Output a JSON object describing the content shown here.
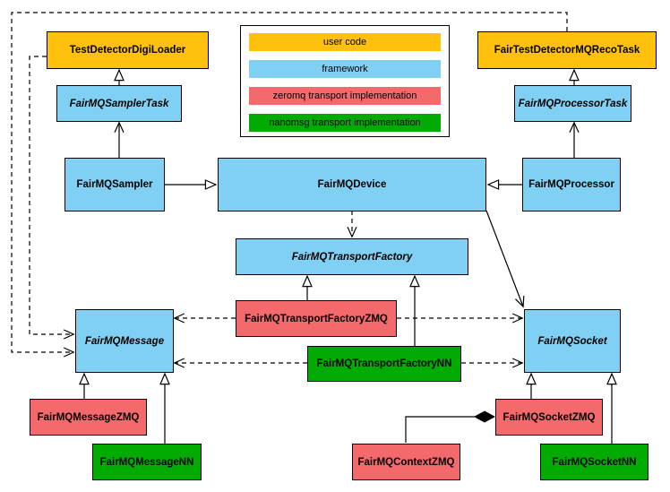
{
  "diagram": {
    "kind": "uml-class-diagram",
    "subject": "FairMQ framework classes and transport implementations",
    "legend": {
      "items": [
        {
          "id": "user_code",
          "label": "user code",
          "color": "#FFC10E"
        },
        {
          "id": "framework",
          "label": "framework",
          "color": "#7FD0F2"
        },
        {
          "id": "zeromq",
          "label": "zeromq transport implementation",
          "color": "#F4696C"
        },
        {
          "id": "nanomsg",
          "label": "nanomsg transport implementation",
          "color": "#02AB02"
        }
      ]
    },
    "nodes": {
      "test_detector_digi_loader": {
        "label": "TestDetectorDigiLoader",
        "category": "user_code",
        "abstract": false
      },
      "fair_test_detector_mq_reco_task": {
        "label": "FairTestDetectorMQRecoTask",
        "category": "user_code",
        "abstract": false
      },
      "fairmq_sampler_task": {
        "label": "FairMQSamplerTask",
        "category": "framework",
        "abstract": true
      },
      "fairmq_processor_task": {
        "label": "FairMQProcessorTask",
        "category": "framework",
        "abstract": true
      },
      "fairmq_sampler": {
        "label": "FairMQSampler",
        "category": "framework",
        "abstract": false
      },
      "fairmq_device": {
        "label": "FairMQDevice",
        "category": "framework",
        "abstract": false
      },
      "fairmq_processor": {
        "label": "FairMQProcessor",
        "category": "framework",
        "abstract": false
      },
      "fairmq_transport_factory": {
        "label": "FairMQTransportFactory",
        "category": "framework",
        "abstract": true
      },
      "fairmq_transport_factory_zmq": {
        "label": "FairMQTransportFactoryZMQ",
        "category": "zeromq",
        "abstract": false
      },
      "fairmq_transport_factory_nn": {
        "label": "FairMQTransportFactoryNN",
        "category": "nanomsg",
        "abstract": false
      },
      "fairmq_message": {
        "label": "FairMQMessage",
        "category": "framework",
        "abstract": true
      },
      "fairmq_socket": {
        "label": "FairMQSocket",
        "category": "framework",
        "abstract": true
      },
      "fairmq_message_zmq": {
        "label": "FairMQMessageZMQ",
        "category": "zeromq",
        "abstract": false
      },
      "fairmq_message_nn": {
        "label": "FairMQMessageNN",
        "category": "nanomsg",
        "abstract": false
      },
      "fairmq_context_zmq": {
        "label": "FairMQContextZMQ",
        "category": "zeromq",
        "abstract": false
      },
      "fairmq_socket_zmq": {
        "label": "FairMQSocketZMQ",
        "category": "zeromq",
        "abstract": false
      },
      "fairmq_socket_nn": {
        "label": "FairMQSocketNN",
        "category": "nanomsg",
        "abstract": false
      }
    },
    "edges": [
      {
        "from": "fairmq_sampler_task",
        "to": "test_detector_digi_loader",
        "type": "inheritance-toward-from",
        "note": "hollow triangle at TestDetectorDigiLoader"
      },
      {
        "from": "fairmq_processor_task",
        "to": "fair_test_detector_mq_reco_task",
        "type": "inheritance-toward-from",
        "note": "hollow triangle at FairTestDetectorMQRecoTask"
      },
      {
        "from": "fairmq_sampler",
        "to": "fairmq_device",
        "type": "inheritance"
      },
      {
        "from": "fairmq_processor",
        "to": "fairmq_device",
        "type": "inheritance"
      },
      {
        "from": "fairmq_transport_factory_zmq",
        "to": "fairmq_transport_factory",
        "type": "inheritance"
      },
      {
        "from": "fairmq_transport_factory_nn",
        "to": "fairmq_transport_factory",
        "type": "inheritance"
      },
      {
        "from": "fairmq_message_zmq",
        "to": "fairmq_message",
        "type": "inheritance"
      },
      {
        "from": "fairmq_message_nn",
        "to": "fairmq_message",
        "type": "inheritance"
      },
      {
        "from": "fairmq_socket_zmq",
        "to": "fairmq_socket",
        "type": "inheritance"
      },
      {
        "from": "fairmq_socket_nn",
        "to": "fairmq_socket",
        "type": "inheritance"
      },
      {
        "from": "fairmq_sampler",
        "to": "fairmq_sampler_task",
        "type": "association-arrow"
      },
      {
        "from": "fairmq_processor",
        "to": "fairmq_processor_task",
        "type": "association-arrow"
      },
      {
        "from": "fairmq_device",
        "to": "fairmq_socket",
        "type": "association-arrow"
      },
      {
        "from": "fairmq_device",
        "to": "fairmq_transport_factory",
        "type": "dependency-dashed"
      },
      {
        "from": "fair_test_detector_mq_reco_task",
        "to": "fairmq_message",
        "type": "dependency-dashed"
      },
      {
        "from": "test_detector_digi_loader",
        "to": "fairmq_message",
        "type": "dependency-dashed"
      },
      {
        "from": "fairmq_transport_factory_zmq",
        "to": "fairmq_message",
        "type": "dependency-dashed"
      },
      {
        "from": "fairmq_transport_factory_zmq",
        "to": "fairmq_socket",
        "type": "dependency-dashed"
      },
      {
        "from": "fairmq_transport_factory_nn",
        "to": "fairmq_message",
        "type": "dependency-dashed"
      },
      {
        "from": "fairmq_transport_factory_nn",
        "to": "fairmq_socket",
        "type": "dependency-dashed"
      },
      {
        "from": "fairmq_context_zmq",
        "to": "fairmq_socket_zmq",
        "type": "composition",
        "note": "filled diamond at FairMQSocketZMQ"
      }
    ]
  }
}
